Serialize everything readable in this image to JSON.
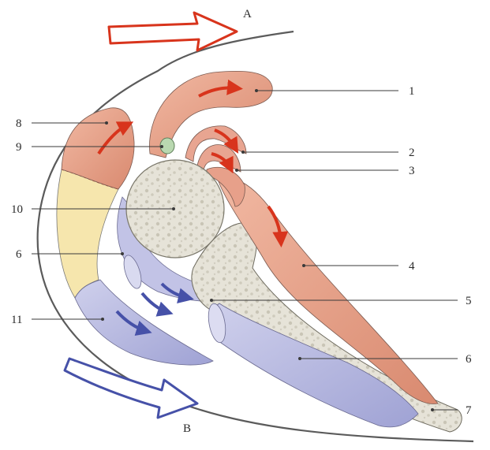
{
  "diagram": {
    "direction_labels": {
      "a": "A",
      "b": "B"
    },
    "callouts": [
      {
        "id": "1",
        "label": "1"
      },
      {
        "id": "2",
        "label": "2"
      },
      {
        "id": "3",
        "label": "3"
      },
      {
        "id": "4",
        "label": "4"
      },
      {
        "id": "5",
        "label": "5"
      },
      {
        "id": "6r",
        "label": "6"
      },
      {
        "id": "7",
        "label": "7"
      },
      {
        "id": "8",
        "label": "8"
      },
      {
        "id": "9",
        "label": "9"
      },
      {
        "id": "10",
        "label": "10"
      },
      {
        "id": "6l",
        "label": "6"
      },
      {
        "id": "11",
        "label": "11"
      }
    ],
    "colors": {
      "muscle_red": "#e9a58e",
      "muscle_red_dark": "#c9735a",
      "muscle_blue": "#b9bbe0",
      "muscle_blue_dark": "#8d8fc6",
      "bone": "#e8e5da",
      "fat_yellow": "#f6e6ad",
      "arrow_red": "#d8341c",
      "arrow_blue": "#4651a8",
      "outline": "#555555"
    }
  }
}
